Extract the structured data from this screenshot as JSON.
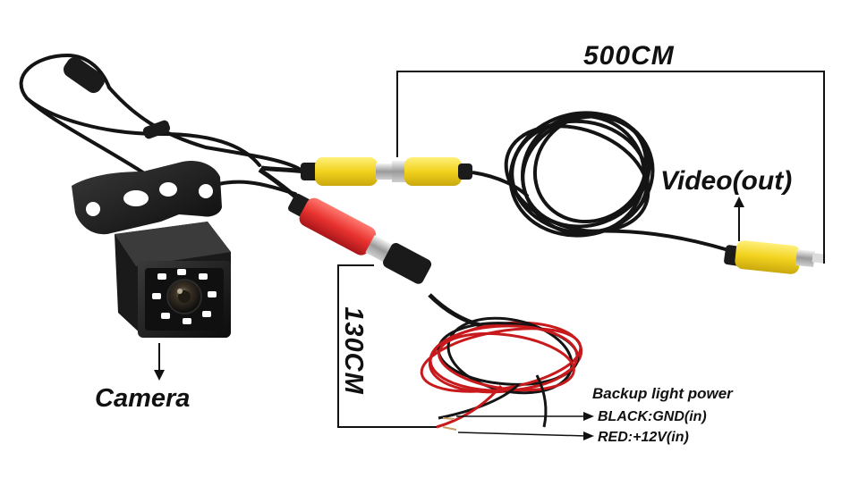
{
  "labels": {
    "length_video": "500CM",
    "video_out": "Video(out)",
    "camera": "Camera",
    "length_power": "130CM",
    "backup_power": "Backup light power",
    "black_wire": "BLACK:GND(in)",
    "red_wire": "RED:+12V(in)"
  },
  "colors": {
    "rca_yellow": "#f2d21e",
    "rca_red": "#e8322f",
    "cable_black": "#141414",
    "wire_red": "#c8191d",
    "led_white": "#ffffff"
  }
}
